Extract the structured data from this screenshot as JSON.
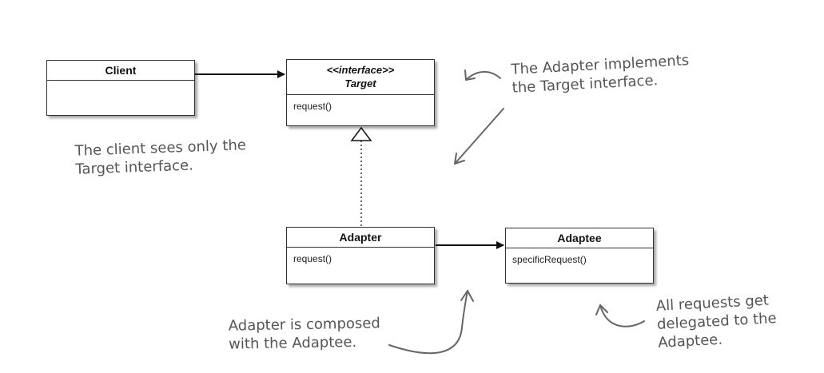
{
  "classes": {
    "client": {
      "name": "Client",
      "methods": ""
    },
    "target": {
      "stereotype": "<<interface>>",
      "name": "Target",
      "methods": "request()"
    },
    "adapter": {
      "name": "Adapter",
      "methods": "request()"
    },
    "adaptee": {
      "name": "Adaptee",
      "methods": "specificRequest()"
    }
  },
  "notes": {
    "client_sees": [
      "The client sees only the",
      "Target interface."
    ],
    "adapter_implements": [
      "The Adapter implements",
      "the Target interface."
    ],
    "composed": [
      "Adapter is composed",
      "with the Adaptee."
    ],
    "delegated": [
      "All requests get",
      "delegated to the",
      "Adaptee."
    ]
  },
  "colors": {
    "line": "#111111",
    "annotation": "#666666",
    "box_border": "#333333"
  }
}
